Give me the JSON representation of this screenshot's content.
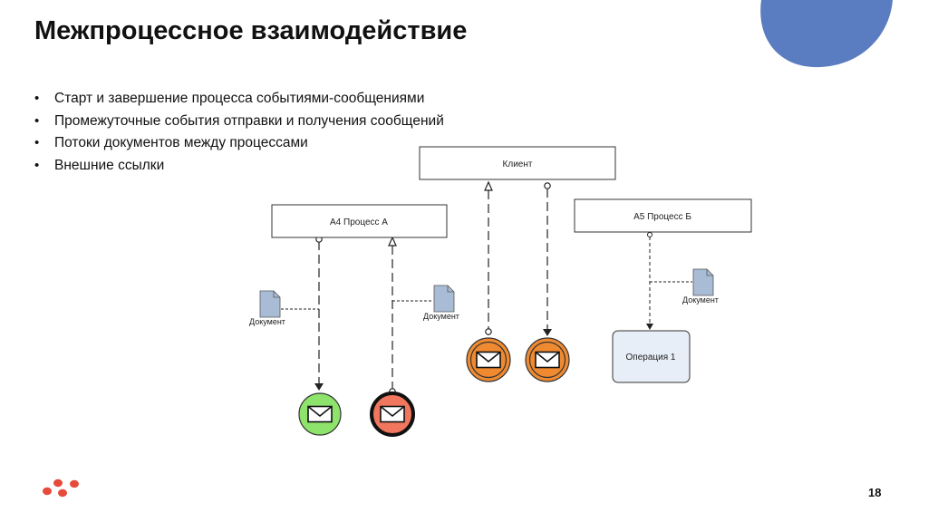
{
  "title": "Межпроцессное взаимодействие",
  "bullets": [
    "Старт и завершение процесса событиями-сообщениями",
    "Промежуточные события отправки и получения сообщений",
    "Потоки документов между процессами",
    "Внешние ссылки"
  ],
  "diagram": {
    "client_label": "Клиент",
    "process_a_label": "А4 Процесс А",
    "process_b_label": "А5 Процесс Б",
    "operation_label": "Операция 1",
    "document_label": "Документ"
  },
  "colors": {
    "accent_blob": "#5a7cc0",
    "start_event": "#8de36b",
    "end_event": "#f0775e",
    "intermediate_event": "#f08a30",
    "document_fill": "#a9bcd6",
    "operation_fill": "#e8eef8"
  },
  "page_number": "18"
}
